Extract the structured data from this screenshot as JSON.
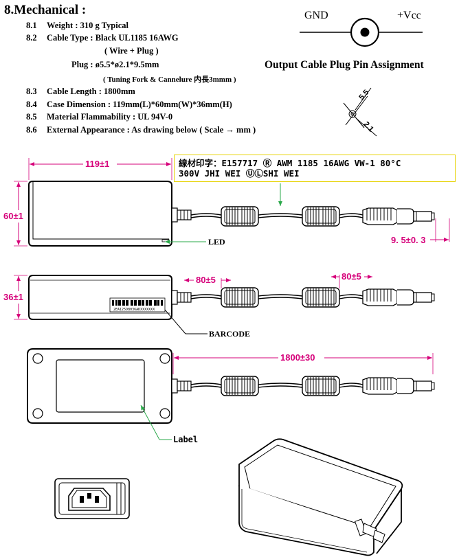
{
  "section_title": "8.Mechanical :",
  "specs": [
    {
      "num": "8.1",
      "text": "Weight : 310 g   Typical"
    },
    {
      "num": "8.2",
      "text": "Cable Type : Black  UL1185  16AWG"
    },
    {
      "num": "",
      "text": "( Wire + Plug )"
    },
    {
      "num": "",
      "text": "Plug :  ø5.5*ø2.1*9.5mm"
    },
    {
      "num": "",
      "text": "( Tuning Fork & Cannelure 内長3mmm )"
    },
    {
      "num": "8.3",
      "text": "Cable Length : 1800mm"
    },
    {
      "num": "8.4",
      "text": "Case Dimension : 119mm(L)*60mm(W)*36mm(H)"
    },
    {
      "num": "8.5",
      "text": "Material  Flammability : UL 94V-0"
    },
    {
      "num": "8.6",
      "text": "External  Appearance : As drawing below ( Scale → mm )"
    }
  ],
  "plug_pin": {
    "gnd": "GND",
    "vcc": "+Vcc",
    "title": "Output Cable Plug Pin Assignment",
    "dim_outer": "5.5",
    "dim_inner": "2.1"
  },
  "cable_marking": {
    "line1": "線材印字：E157717 Ⓡ AWM 1185 16AWG VW-1 80°C",
    "line2": "300V JHI WEI ⓊⓁSHI WEI"
  },
  "dimensions": {
    "length": "119±1",
    "width": "60±1",
    "height": "36±1",
    "plug_len": "9. 5±0. 3",
    "ferrite1": "80±5",
    "ferrite2": "80±5",
    "cable": "1800±30"
  },
  "callouts": {
    "led": "LED",
    "barcode": "BARCODE",
    "label": "Label",
    "barcode_text": "2EA125D8036ADXXXXXXX"
  }
}
